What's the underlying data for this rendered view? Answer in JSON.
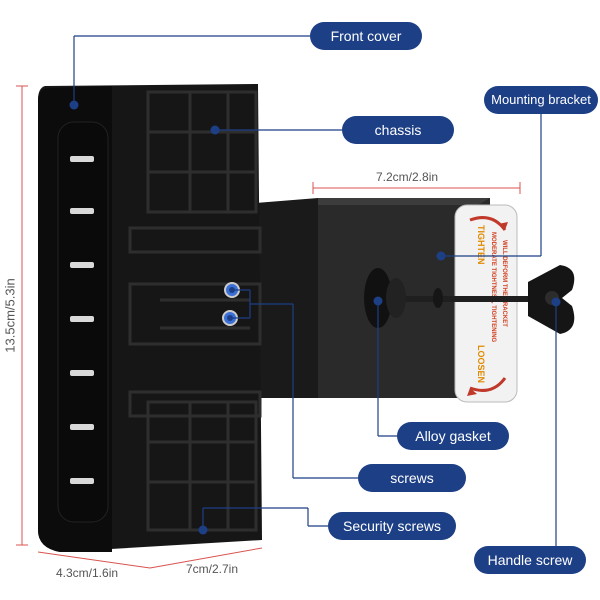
{
  "callouts": {
    "front_cover": "Front cover",
    "chassis": "chassis",
    "mounting_bracket": "Mounting bracket",
    "alloy_gasket": "Alloy gasket",
    "screws": "screws",
    "security_screws": "Security screws",
    "handle_screw": "Handle screw"
  },
  "dimensions": {
    "height": "13.5cm/5.3in",
    "bracket_width": "7.2cm/2.8in",
    "depth": "4.3cm/1.6in",
    "width": "7cm/2.7in"
  },
  "sticker": {
    "tighten": "TIGHTEN",
    "loosen": "LOOSEN",
    "warning_line1": "MODERATE TIGHTNESS, TIGHTENING",
    "warning_line2": "WILL DEFORM THE BRACKET"
  },
  "colors": {
    "callout_bg": "#1d3f86",
    "callout_text": "#ffffff",
    "product": "#141414",
    "dimension_lines": "#d9534f",
    "arrow": "#c0392b"
  }
}
